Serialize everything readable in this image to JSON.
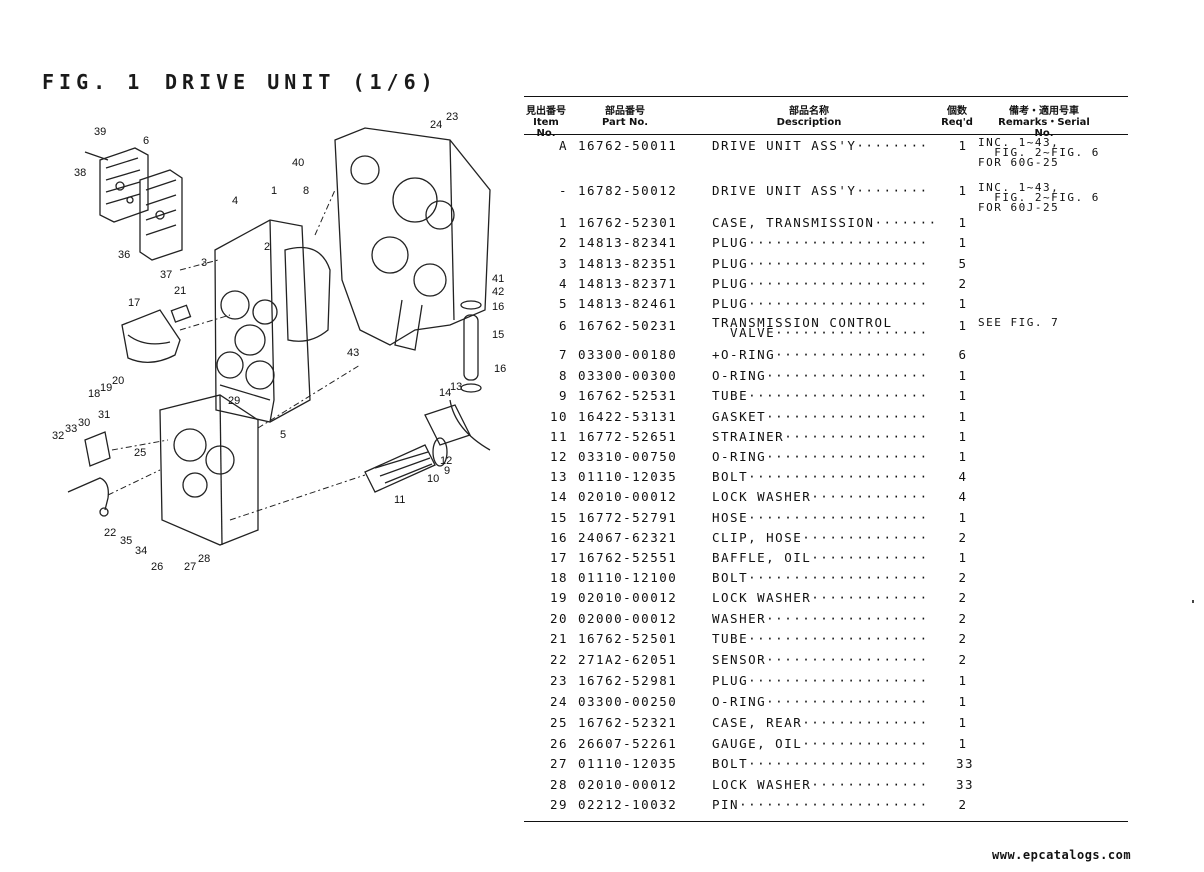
{
  "figure": {
    "label": "FIG. 1",
    "title": "DRIVE UNIT (1/6)"
  },
  "table": {
    "headers": {
      "item_jp": "見出番号",
      "item_en": "Item No.",
      "part_jp": "部品番号",
      "part_en": "Part No.",
      "desc_jp": "部品名称",
      "desc_en": "Description",
      "qty_jp": "個数",
      "qty_en": "Req'd",
      "rem_jp": "備考・適用号車",
      "rem_en": "Remarks・Serial No."
    },
    "rows": [
      {
        "item": "A",
        "part": "16762-50011",
        "desc": "DRIVE UNIT ASS'Y········",
        "qty": "1",
        "remarks": "INC. 1~43,\n  FIG. 2~FIG. 6\nFOR 60G-25"
      },
      {
        "item": "-",
        "part": "16782-50012",
        "desc": "DRIVE UNIT ASS'Y········",
        "qty": "1",
        "remarks": "INC. 1~43,\n  FIG. 2~FIG. 6\nFOR 60J-25"
      },
      {
        "item": "1",
        "part": "16762-52301",
        "desc": "CASE, TRANSMISSION·······",
        "qty": "1",
        "remarks": ""
      },
      {
        "item": "2",
        "part": "14813-82341",
        "desc": "PLUG····················",
        "qty": "1",
        "remarks": ""
      },
      {
        "item": "3",
        "part": "14813-82351",
        "desc": "PLUG····················",
        "qty": "5",
        "remarks": ""
      },
      {
        "item": "4",
        "part": "14813-82371",
        "desc": "PLUG····················",
        "qty": "2",
        "remarks": ""
      },
      {
        "item": "5",
        "part": "14813-82461",
        "desc": "PLUG····················",
        "qty": "1",
        "remarks": ""
      },
      {
        "item": "6",
        "part": "16762-50231",
        "desc": "TRANSMISSION CONTROL\n  VALVE·················",
        "qty": "1",
        "remarks": "SEE FIG. 7"
      },
      {
        "item": "7",
        "part": "03300-00180",
        "desc": "+O-RING·················",
        "qty": "6",
        "remarks": ""
      },
      {
        "item": "8",
        "part": "03300-00300",
        "desc": "O-RING··················",
        "qty": "1",
        "remarks": ""
      },
      {
        "item": "9",
        "part": "16762-52531",
        "desc": "TUBE····················",
        "qty": "1",
        "remarks": ""
      },
      {
        "item": "10",
        "part": "16422-53131",
        "desc": "GASKET··················",
        "qty": "1",
        "remarks": ""
      },
      {
        "item": "11",
        "part": "16772-52651",
        "desc": "STRAINER················",
        "qty": "1",
        "remarks": ""
      },
      {
        "item": "12",
        "part": "03310-00750",
        "desc": "O-RING··················",
        "qty": "1",
        "remarks": ""
      },
      {
        "item": "13",
        "part": "01110-12035",
        "desc": "BOLT····················",
        "qty": "4",
        "remarks": ""
      },
      {
        "item": "14",
        "part": "02010-00012",
        "desc": "LOCK WASHER·············",
        "qty": "4",
        "remarks": ""
      },
      {
        "item": "15",
        "part": "16772-52791",
        "desc": "HOSE····················",
        "qty": "1",
        "remarks": ""
      },
      {
        "item": "16",
        "part": "24067-62321",
        "desc": "CLIP, HOSE··············",
        "qty": "2",
        "remarks": ""
      },
      {
        "item": "17",
        "part": "16762-52551",
        "desc": "BAFFLE, OIL·············",
        "qty": "1",
        "remarks": ""
      },
      {
        "item": "18",
        "part": "01110-12100",
        "desc": "BOLT····················",
        "qty": "2",
        "remarks": ""
      },
      {
        "item": "19",
        "part": "02010-00012",
        "desc": "LOCK WASHER·············",
        "qty": "2",
        "remarks": ""
      },
      {
        "item": "20",
        "part": "02000-00012",
        "desc": "WASHER··················",
        "qty": "2",
        "remarks": ""
      },
      {
        "item": "21",
        "part": "16762-52501",
        "desc": "TUBE····················",
        "qty": "2",
        "remarks": ""
      },
      {
        "item": "22",
        "part": "271A2-62051",
        "desc": "SENSOR··················",
        "qty": "2",
        "remarks": ""
      },
      {
        "item": "23",
        "part": "16762-52981",
        "desc": "PLUG····················",
        "qty": "1",
        "remarks": ""
      },
      {
        "item": "24",
        "part": "03300-00250",
        "desc": "O-RING··················",
        "qty": "1",
        "remarks": ""
      },
      {
        "item": "25",
        "part": "16762-52321",
        "desc": "CASE, REAR··············",
        "qty": "1",
        "remarks": ""
      },
      {
        "item": "26",
        "part": "26607-52261",
        "desc": "GAUGE, OIL··············",
        "qty": "1",
        "remarks": ""
      },
      {
        "item": "27",
        "part": "01110-12035",
        "desc": "BOLT····················",
        "qty": "33",
        "remarks": ""
      },
      {
        "item": "28",
        "part": "02010-00012",
        "desc": "LOCK WASHER·············",
        "qty": "33",
        "remarks": ""
      },
      {
        "item": "29",
        "part": "02212-10032",
        "desc": "PIN·····················",
        "qty": "2",
        "remarks": ""
      }
    ]
  },
  "diagram_callouts": [
    "39",
    "6",
    "38",
    "36",
    "37",
    "4",
    "1",
    "8",
    "2",
    "3",
    "17",
    "21",
    "18",
    "19",
    "20",
    "40",
    "24",
    "23",
    "41",
    "42",
    "16",
    "15",
    "43",
    "14",
    "13",
    "31",
    "30",
    "33",
    "32",
    "25",
    "29",
    "5",
    "22",
    "35",
    "34",
    "26",
    "27",
    "28",
    "11",
    "10",
    "12",
    "9"
  ],
  "footer": {
    "website": "www.epcatalogs.com"
  }
}
